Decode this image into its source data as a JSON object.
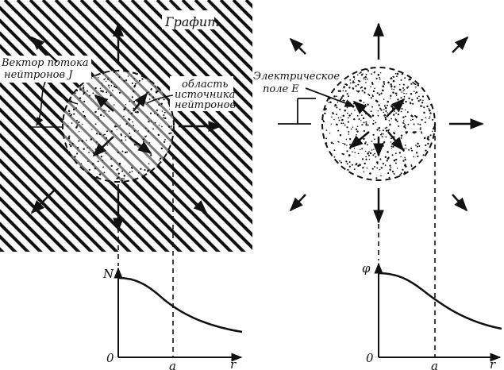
{
  "left_panel": {
    "label_graphite": "Графит",
    "label_flux": [
      "Вектор потока",
      "нейтронов J"
    ],
    "label_source": [
      "область",
      "источника",
      "нейтронов"
    ],
    "axis_y": "N",
    "axis_origin": "0",
    "axis_a": "a",
    "axis_x": "r"
  },
  "right_panel": {
    "label_field": [
      "Электрическое",
      "поле E"
    ],
    "axis_y": "φ",
    "axis_origin": "0",
    "axis_a": "a",
    "axis_x": "r"
  }
}
